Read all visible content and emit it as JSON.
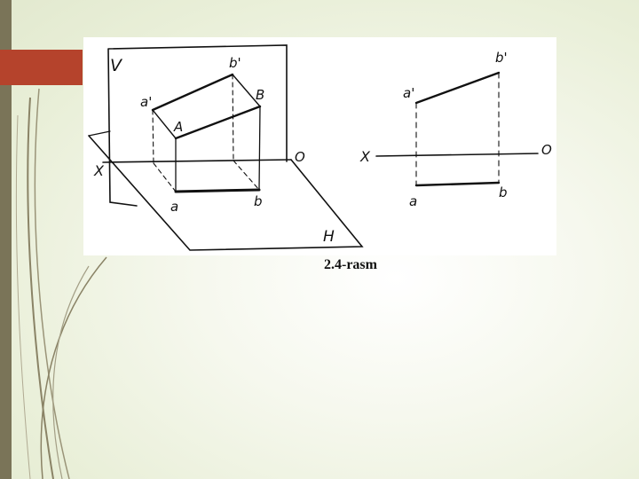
{
  "caption": "2.4-rasm",
  "figure": {
    "left_view": {
      "plane_v": "V",
      "plane_h": "H",
      "axis_x": "X",
      "axis_o": "O",
      "a_prime": "a'",
      "b_prime": "b'",
      "point_a": "A",
      "point_b": "B",
      "a": "a",
      "b": "b"
    },
    "right_view": {
      "axis_x": "X",
      "axis_o": "O",
      "a_prime": "a'",
      "b_prime": "b'",
      "a": "a",
      "b": "b"
    }
  },
  "colors": {
    "side_bar": "#7a7458",
    "accent_tab": "#b5432c",
    "ink": "#111111",
    "caption": "#111111"
  }
}
